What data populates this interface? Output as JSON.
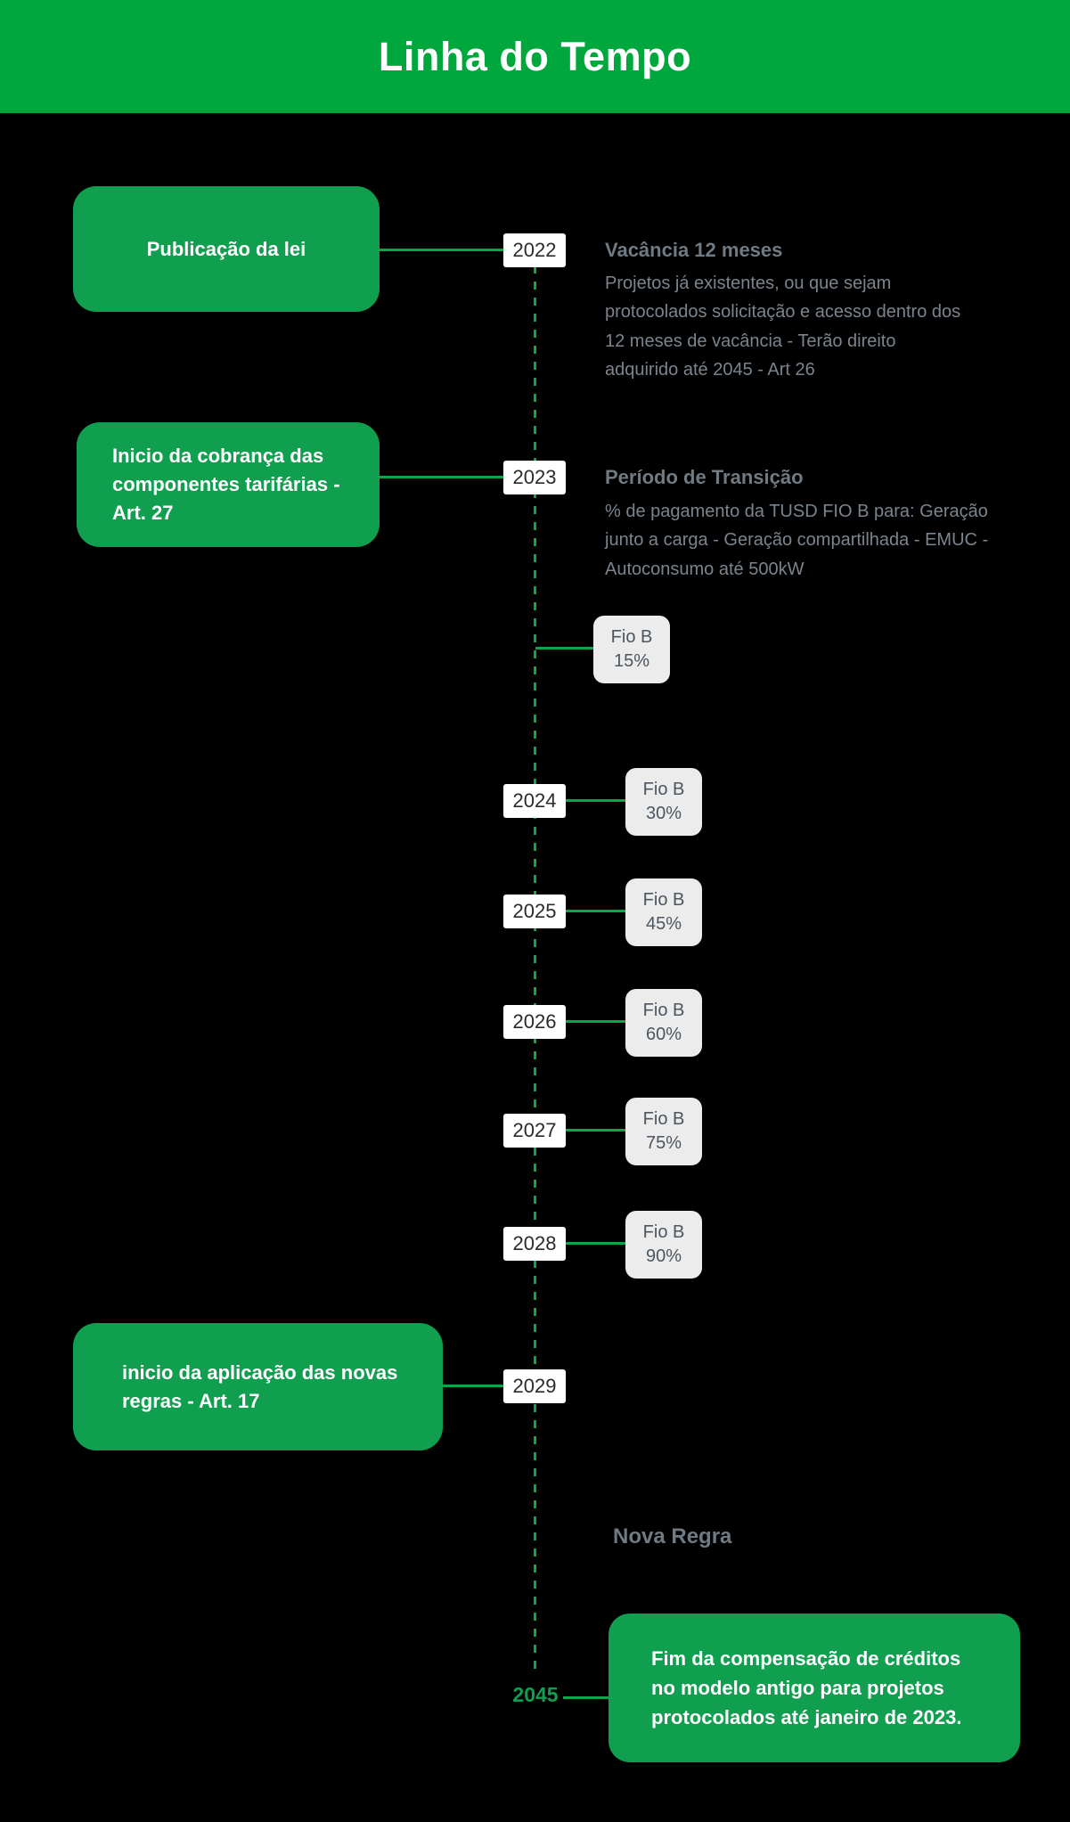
{
  "header": {
    "title": "Linha do Tempo"
  },
  "timeline": {
    "years": [
      "2022",
      "2023",
      "2024",
      "2025",
      "2026",
      "2027",
      "2028",
      "2029"
    ],
    "final_year": "2045"
  },
  "left_events": [
    {
      "label": "Publicação da lei"
    },
    {
      "label": "Inicio da cobrança das componentes tarifárias - Art. 27"
    },
    {
      "label": "inicio da aplicação das novas regras - Art. 17"
    }
  ],
  "annotations": {
    "vacancia_title": "Vacância 12 meses",
    "vacancia_body": "Projetos já existentes, ou que sejam protocolados solicitação e acesso dentro dos 12 meses de vacância - Terão direito adquirido até 2045 - Art 26",
    "transicao_title": "Período de Transição",
    "transicao_body": "% de pagamento da TUSD FIO B para: Geração junto a carga - Geração compartilhada - EMUC - Autoconsumo até 500kW",
    "nova_regra": "Nova Regra",
    "fim_compensacao": "Fim da compensação de créditos no modelo antigo para projetos protocolados até janeiro de 2023."
  },
  "fio_b_steps": [
    {
      "label": "Fio B",
      "percent": "15%"
    },
    {
      "label": "Fio B",
      "percent": "30%"
    },
    {
      "label": "Fio B",
      "percent": "45%"
    },
    {
      "label": "Fio B",
      "percent": "60%"
    },
    {
      "label": "Fio B",
      "percent": "75%"
    },
    {
      "label": "Fio B",
      "percent": "90%"
    }
  ],
  "colors": {
    "header_green": "#00a73d",
    "box_green": "#0f9f4f",
    "line_green": "#0aa64a",
    "background": "#000000",
    "year_box_bg": "#ffffff",
    "year_text": "#2b2b2b",
    "fio_bg": "#ececec",
    "fio_text": "#4d565e",
    "annotation_title": "#6f7a82",
    "annotation_body": "#7b848d",
    "final_year_text": "#0f9f4f"
  }
}
